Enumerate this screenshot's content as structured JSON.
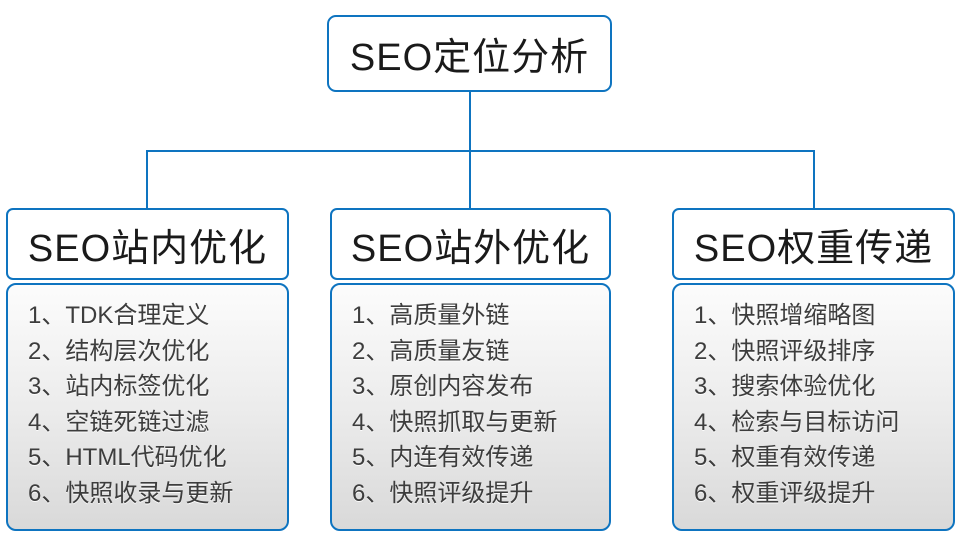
{
  "diagram": {
    "root_label": "SEO定位分析",
    "columns": [
      {
        "title": "SEO站内优化",
        "items": [
          "1、TDK合理定义",
          "2、结构层次优化",
          "3、站内标签优化",
          "4、空链死链过滤",
          "5、HTML代码优化",
          "6、快照收录与更新"
        ]
      },
      {
        "title": "SEO站外优化",
        "items": [
          "1、高质量外链",
          "2、高质量友链",
          "3、原创内容发布",
          "4、快照抓取与更新",
          "5、内连有效传递",
          "6、快照评级提升"
        ]
      },
      {
        "title": "SEO权重传递",
        "items": [
          "1、快照增缩略图",
          "2、快照评级排序",
          "3、搜索体验优化",
          "4、检索与目标访问",
          "5、权重有效传递",
          "6、权重评级提升"
        ]
      }
    ],
    "colors": {
      "connector_and_border_blue": "#0e74c0",
      "header_text": "#1a1a1a",
      "item_text": "#3d3d3d",
      "body_gradient_top": "#fcfcfc",
      "body_gradient_bottom": "#d9d9d9",
      "background": "#ffffff"
    }
  }
}
